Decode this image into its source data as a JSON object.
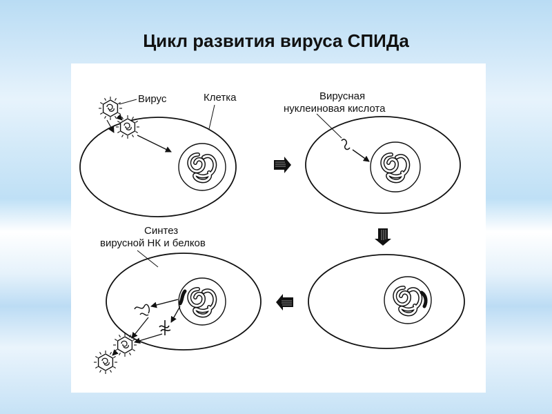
{
  "title": "Цикл развития вируса СПИДа",
  "labels": {
    "virus": "Вирус",
    "cell": "Клетка",
    "viral_na_line1": "Вирусная",
    "viral_na_line2": "нуклеиновая кислота",
    "synthesis_line1": "Синтез",
    "synthesis_line2": "вирусной НК и белков"
  }
}
